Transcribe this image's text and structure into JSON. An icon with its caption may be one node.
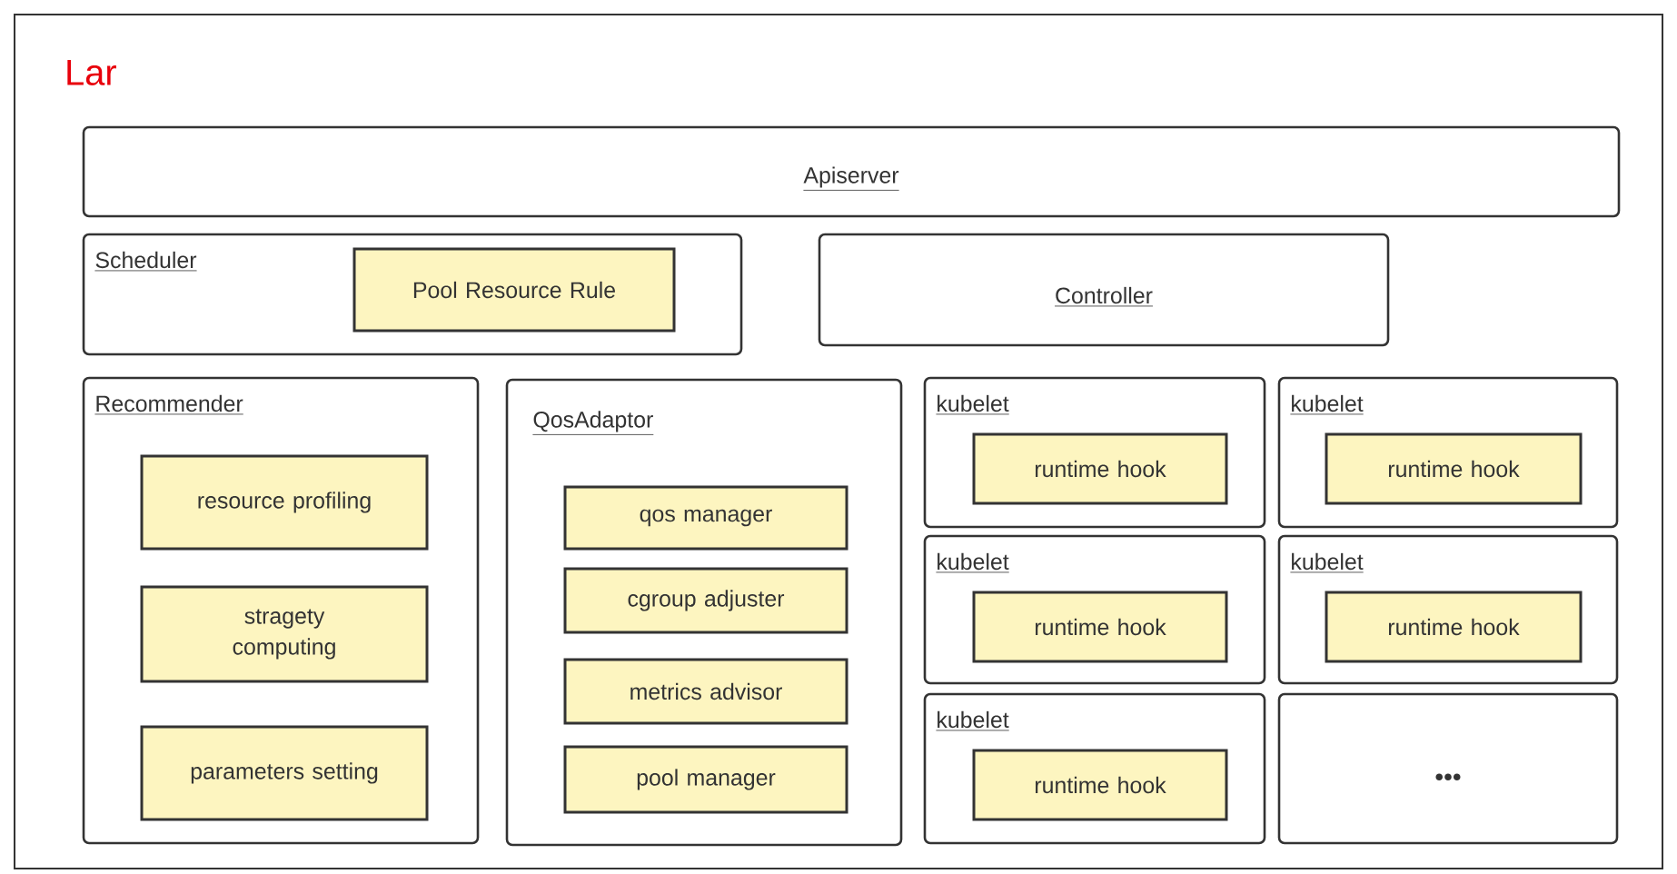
{
  "diagram": {
    "nodes": [
      {
        "text": [
          "Lar"
        ]
      },
      {
        "text": [
          "Apiserver"
        ],
        "in": 0
      },
      {
        "text": [
          "Scheduler"
        ],
        "in": 0
      },
      {
        "text": [
          "Pool Resource Rule"
        ],
        "in": 2
      },
      {
        "text": [
          "Controller"
        ],
        "in": 0
      },
      {
        "text": [
          "Recommender"
        ],
        "in": 0
      },
      {
        "text": [
          "resource profiling"
        ],
        "in": 5
      },
      {
        "text": [
          "stragety computing"
        ],
        "in": 5
      },
      {
        "text": [
          "parameters setting"
        ],
        "in": 5
      },
      {
        "text": [
          "QosAdaptor"
        ],
        "in": 0
      },
      {
        "text": [
          "qos manager"
        ],
        "in": 9
      },
      {
        "text": [
          "cgroup adjuster"
        ],
        "in": 9
      },
      {
        "text": [
          "metrics advisor"
        ],
        "in": 9
      },
      {
        "text": [
          "pool manager"
        ],
        "in": 9
      },
      {
        "text": [
          "kubelet"
        ],
        "in": 0
      },
      {
        "text": [
          "runtime hook"
        ],
        "in": 14
      },
      {
        "text": [
          "kubelet"
        ],
        "in": 0
      },
      {
        "text": [
          "runtime hook"
        ],
        "in": 16
      },
      {
        "text": [
          "kubelet"
        ],
        "in": 0
      },
      {
        "text": [
          "runtime hook"
        ],
        "in": 18
      },
      {
        "text": [
          "kubelet"
        ],
        "in": 0
      },
      {
        "text": [
          "runtime hook"
        ],
        "in": 20
      },
      {
        "text": [
          "kubelet"
        ],
        "in": 0
      },
      {
        "text": [
          "runtime hook"
        ],
        "in": 22
      },
      {
        "text": [
          "•••"
        ],
        "in": 0
      }
    ],
    "edges": []
  }
}
